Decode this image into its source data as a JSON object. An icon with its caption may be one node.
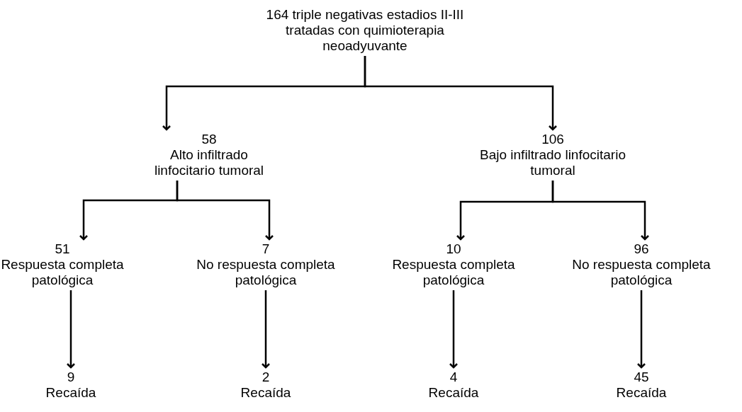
{
  "diagram": {
    "nodes": [
      {
        "text": [
          "164 triple negativas estadios II-III  tratadas con quimioterapia neoadyuvante"
        ]
      },
      {
        "text": [
          "58",
          "Alto infiltrado linfocitario tumoral"
        ]
      },
      {
        "text": [
          "106",
          "Bajo infiltrado linfocitario tumoral"
        ]
      },
      {
        "text": [
          "51",
          "Respuesta completa patológica"
        ]
      },
      {
        "text": [
          "7",
          "No respuesta completa patológica"
        ]
      },
      {
        "text": [
          "10",
          "Respuesta completa patológica"
        ]
      },
      {
        "text": [
          "96",
          "No respuesta completa patológica"
        ]
      },
      {
        "text": [
          "9",
          "Recaída"
        ]
      },
      {
        "text": [
          "2",
          "Recaída"
        ]
      },
      {
        "text": [
          "4",
          "Recaída"
        ]
      },
      {
        "text": [
          "45",
          "Recaída"
        ]
      }
    ],
    "edges": [
      {
        "from": 0,
        "to": 1,
        "arrow": "to"
      },
      {
        "from": 0,
        "to": 2,
        "arrow": "to"
      },
      {
        "from": 1,
        "to": 3,
        "arrow": "to"
      },
      {
        "from": 1,
        "to": 4,
        "arrow": "to"
      },
      {
        "from": 2,
        "to": 5,
        "arrow": "to"
      },
      {
        "from": 2,
        "to": 6,
        "arrow": "to"
      },
      {
        "from": 3,
        "to": 7,
        "arrow": "to"
      },
      {
        "from": 4,
        "to": 8,
        "arrow": "to"
      },
      {
        "from": 5,
        "to": 9,
        "arrow": "to"
      },
      {
        "from": 6,
        "to": 10,
        "arrow": "to"
      }
    ]
  }
}
